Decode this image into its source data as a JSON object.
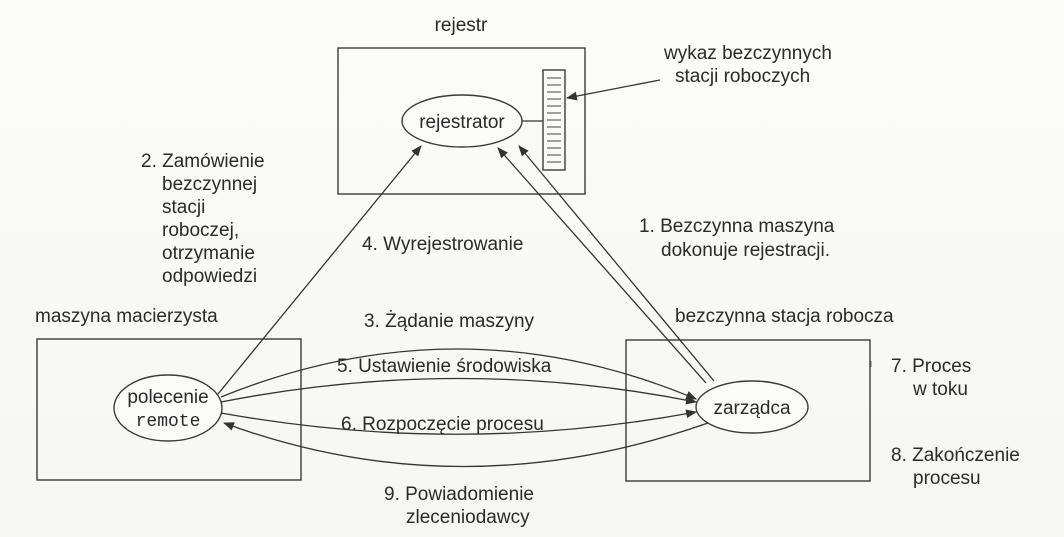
{
  "registry": {
    "title": "rejestr",
    "node": "rejestrator",
    "list_label": [
      "wykaz bezczynnych",
      "stacji roboczych"
    ]
  },
  "home": {
    "title": "maszyna macierzysta",
    "node": [
      "polecenie",
      "remote"
    ]
  },
  "idle": {
    "title": "bezczynna stacja robocza",
    "node": "zarządca"
  },
  "steps": {
    "s1": [
      "1. Bezczynna maszyna",
      "dokonuje rejestracji."
    ],
    "s2": [
      "2. Zamówienie",
      "bezczynnej",
      "stacji",
      "roboczej,",
      "otrzymanie",
      "odpowiedzi"
    ],
    "s3": "3. Żądanie maszyny",
    "s4": "4. Wyrejestrowanie",
    "s5": "5. Ustawienie środowiska",
    "s6": "6. Rozpoczęcie procesu",
    "s7": [
      "7. Proces",
      "w toku"
    ],
    "s8": [
      "8. Zakończenie",
      "procesu"
    ],
    "s9": [
      "9. Powiadomienie",
      "zleceniodawcy"
    ]
  }
}
